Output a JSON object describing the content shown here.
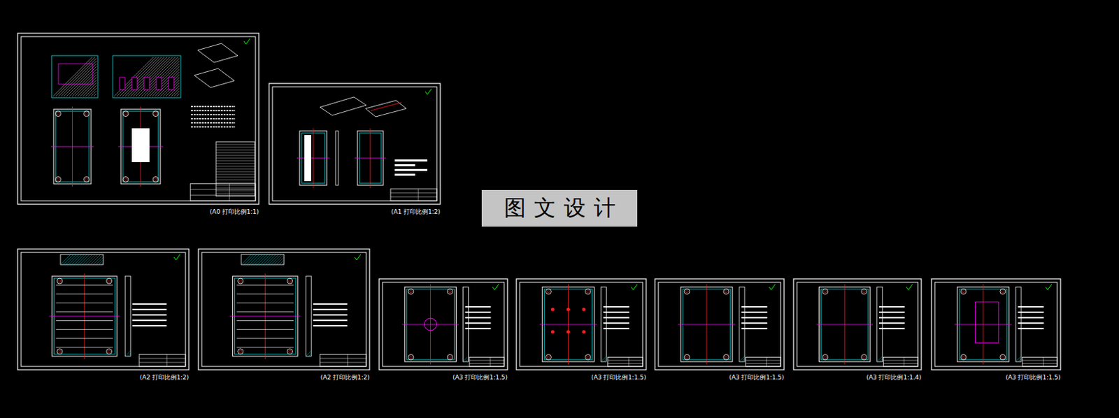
{
  "diagram": {
    "nodes": [
      {
        "text": [
          "图文设计"
        ]
      }
    ],
    "labels": [
      "(A0 打印比例1:1)",
      "(A1 打印比例1:2)",
      "(A2 打印比例1:2)",
      "(A2 打印比例1:2)",
      "(A3 打印比例1:1.5)",
      "(A3 打印比例1:1.5)",
      "(A3 打印比例1:1.5)",
      "(A3 打印比例1:1.4)",
      "(A3 打印比例1:1.5)"
    ]
  }
}
